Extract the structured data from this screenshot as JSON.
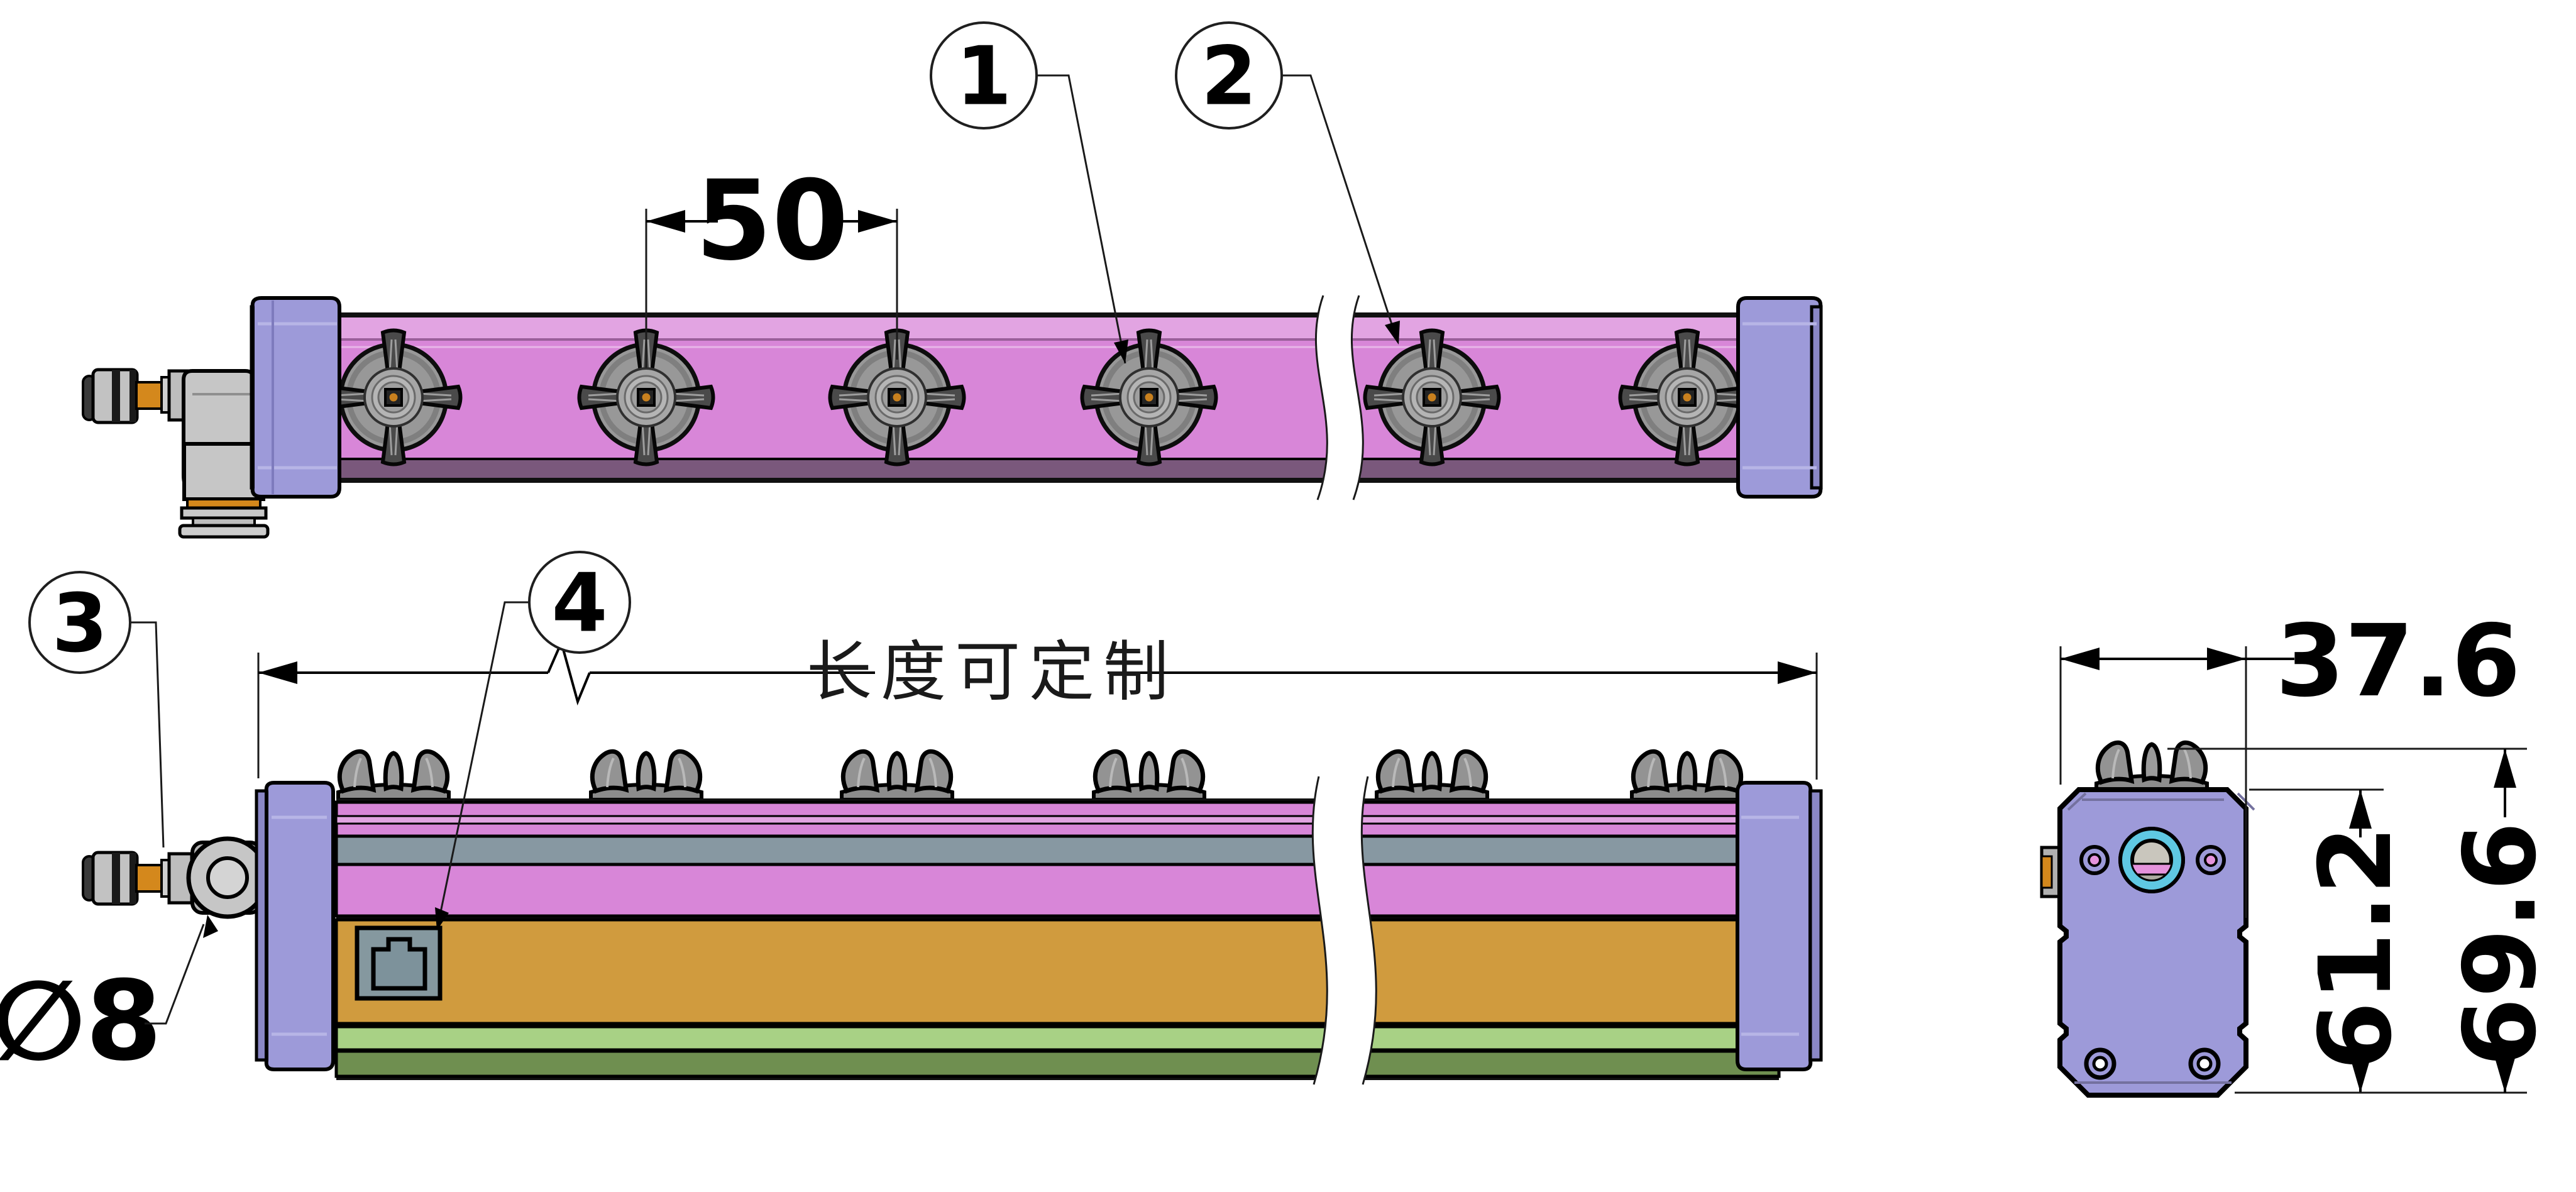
{
  "drawing": {
    "type": "engineering-drawing",
    "views": {
      "top_view": "ionizing air bar - plan view with 6 fan nozzles",
      "side_view": "ionizing air bar - front elevation with layered profile",
      "end_view": "ionizing air bar - end elevation"
    },
    "balloons": [
      {
        "label": "1"
      },
      {
        "label": "2"
      },
      {
        "label": "3"
      },
      {
        "label": "4"
      }
    ],
    "dimensions": {
      "nozzle_pitch": "50",
      "length_note": "长度可定制",
      "inlet_diameter": "∅8",
      "end_width": "37.6",
      "body_height": "61.2",
      "overall_height": "69.6"
    },
    "colors": {
      "bar_pink": "#d886d8",
      "bar_pink_strip": "#7a587c",
      "end_cap_purple": "#9d9ad9",
      "layer_gray": "#8798a2",
      "layer_orange": "#d09b3e",
      "layer_green_light": "#a8d185",
      "layer_green_dark": "#6f8f50",
      "nozzle_gray": "#989898",
      "fitting_brass": "#d4881c",
      "port_cyan": "#5fc8e2",
      "hole_pink": "#e593dc"
    }
  }
}
